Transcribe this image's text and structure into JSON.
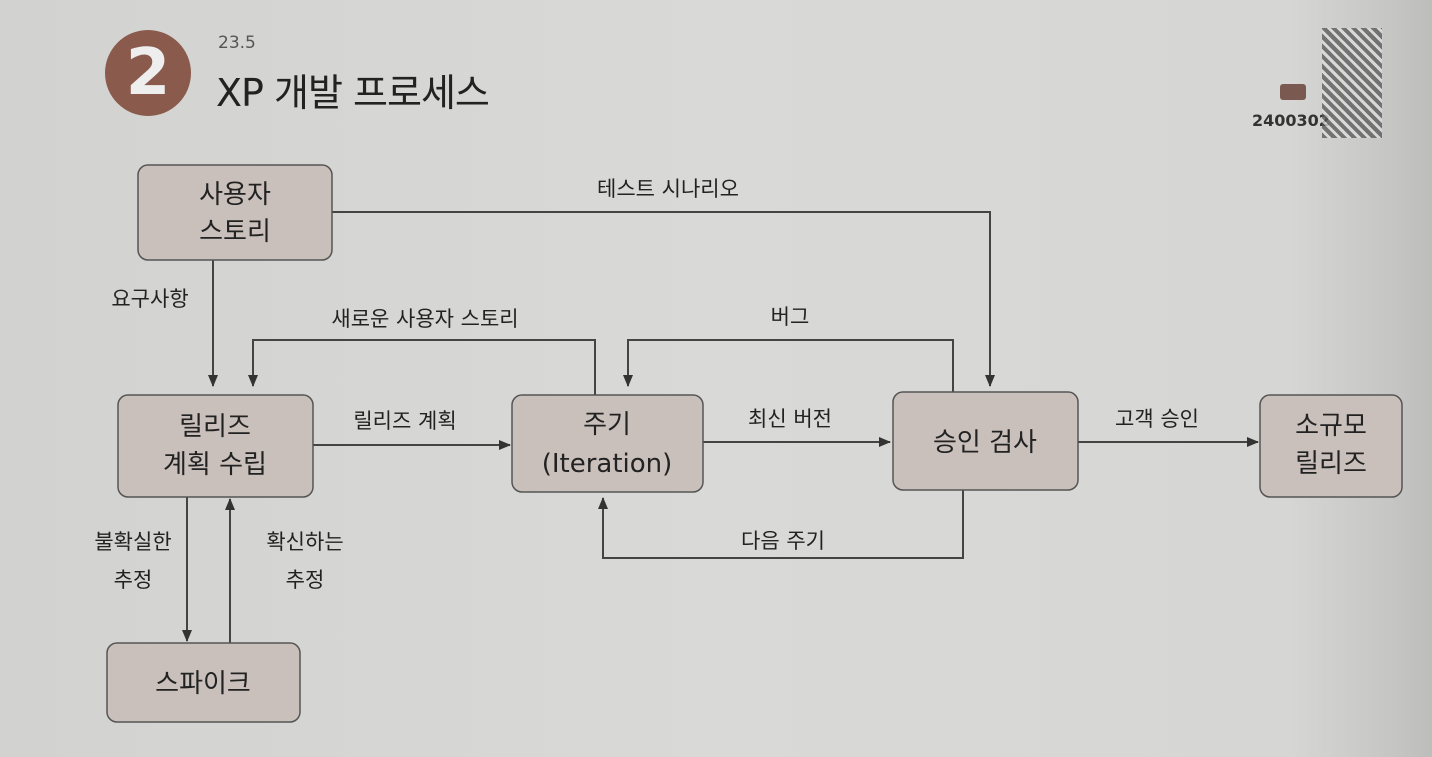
{
  "header": {
    "number": "2",
    "section": "23.5",
    "title": "XP 개발 프로세스"
  },
  "qr": {
    "code": "2400302"
  },
  "colors": {
    "box_fill": "#c9c0bc",
    "stroke": "#444444",
    "badge": "#8a5a4c"
  },
  "nodes": {
    "user_story": [
      "사용자",
      "스토리"
    ],
    "release_plan": [
      "릴리즈",
      "계획 수립"
    ],
    "spike": [
      "스파이크"
    ],
    "iteration": [
      "주기",
      "(Iteration)"
    ],
    "acceptance": [
      "승인 검사"
    ],
    "small_release": [
      "소규모",
      "릴리즈"
    ]
  },
  "edges": {
    "requirements": "요구사항",
    "test_scenario": "테스트 시나리오",
    "new_user_story": "새로운 사용자 스토리",
    "bug": "버그",
    "release_plan": "릴리즈 계획",
    "latest_version": "최신 버전",
    "customer_approval": "고객 승인",
    "next_iteration": "다음 주기",
    "uncertain_estimate": [
      "불확실한",
      "추정"
    ],
    "confident_estimate": [
      "확신하는",
      "추정"
    ]
  }
}
